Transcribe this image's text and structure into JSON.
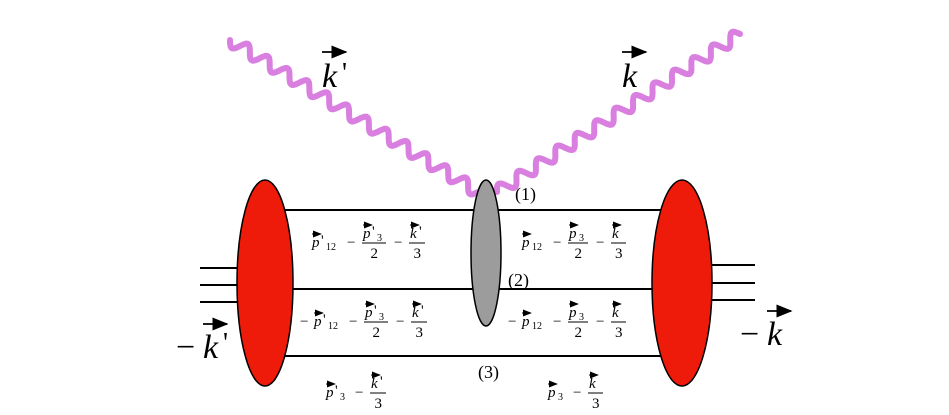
{
  "photon_out_label": "k'",
  "photon_in_label": "k",
  "left_momentum": "-k'",
  "right_momentum": "-k",
  "vertex_labels": [
    "(1)",
    "(2)",
    "(3)"
  ],
  "left_top_term": "p'12 - p'3/2 - k'/3",
  "left_mid_term": "- p'12 - p'3/2 - k'/3",
  "left_bot_term": "p'3 - k'/3",
  "right_top_term": "p12 - p3/2 - k/3",
  "right_mid_term": "- p12 - p3/2 - k/3",
  "right_bot_term": "p3 - k/3",
  "colors": {
    "photon": "#d97fe0",
    "nucleus": "#ee1a0a",
    "vertex": "#9c9c9c"
  }
}
